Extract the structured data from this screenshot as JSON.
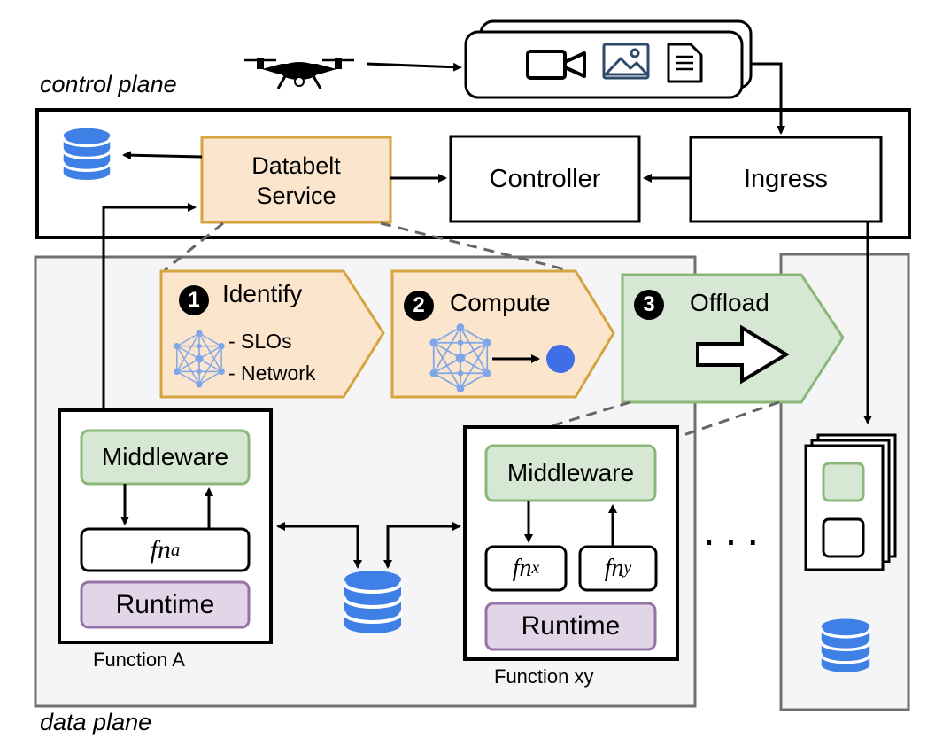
{
  "planes": {
    "control_label": "control plane",
    "data_label": "data plane"
  },
  "control": {
    "databelt_line1": "Databelt",
    "databelt_line2": "Service",
    "controller": "Controller",
    "ingress": "Ingress"
  },
  "steps": [
    {
      "number": "1",
      "title": "Identify",
      "items": [
        "- SLOs",
        "- Network"
      ]
    },
    {
      "number": "2",
      "title": "Compute"
    },
    {
      "number": "3",
      "title": "Offload"
    }
  ],
  "function_a": {
    "middleware": "Middleware",
    "fn_base": "fn",
    "fn_sub": "a",
    "runtime": "Runtime",
    "caption": "Function A"
  },
  "function_xy": {
    "middleware": "Middleware",
    "fnx_base": "fn",
    "fnx_sub": "x",
    "fny_base": "fn",
    "fny_sub": "y",
    "runtime": "Runtime",
    "caption": "Function xy"
  },
  "ellipsis": "· · ·",
  "icons": [
    "drone-icon",
    "video-camera-icon",
    "image-icon",
    "document-icon",
    "database-icon",
    "network-graph-icon",
    "hollow-arrow-icon"
  ],
  "colors": {
    "orange_fill": "#fbe5cc",
    "orange_stroke": "#d5a441",
    "green_fill": "#d6e7d3",
    "green_stroke": "#8bb879",
    "purple_fill": "#e1d5e7",
    "purple_stroke": "#9673a6",
    "db_blue": "#3f80e6",
    "plane_gray": "#f5f5f7",
    "graph_blue": "#7ea6e8"
  }
}
